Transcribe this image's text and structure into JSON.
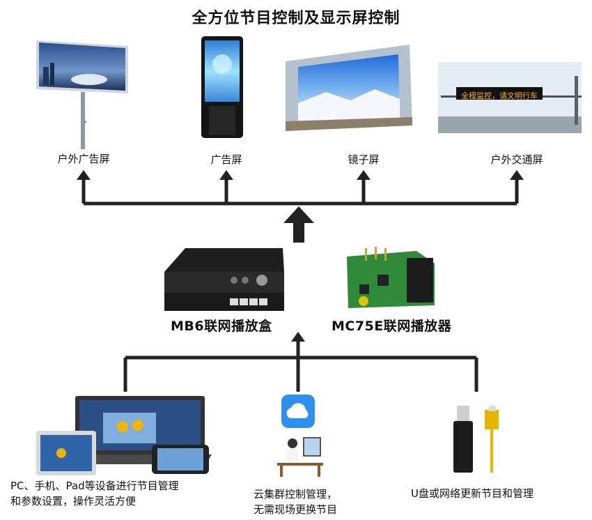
{
  "title": "全方位节目控制及显示屏控制",
  "outputs": [
    {
      "label": "户外广告屏"
    },
    {
      "label": "广告屏"
    },
    {
      "label": "镜子屏"
    },
    {
      "label": "户外交通屏"
    }
  ],
  "traffic_sign_text": "全程监控，请文明行车",
  "devices": [
    {
      "label": "MB6联网播放盒"
    },
    {
      "label": "MC75E联网播放器"
    }
  ],
  "sources": [
    {
      "line1": "PC、手机、Pad等设备进行节目管理",
      "line2": "和参数设置，操作灵活方便"
    },
    {
      "line1": "云集群控制管理，",
      "line2": "无需现场更换节目"
    },
    {
      "line1": "U盘或网络更新节目和管理",
      "line2": ""
    }
  ]
}
